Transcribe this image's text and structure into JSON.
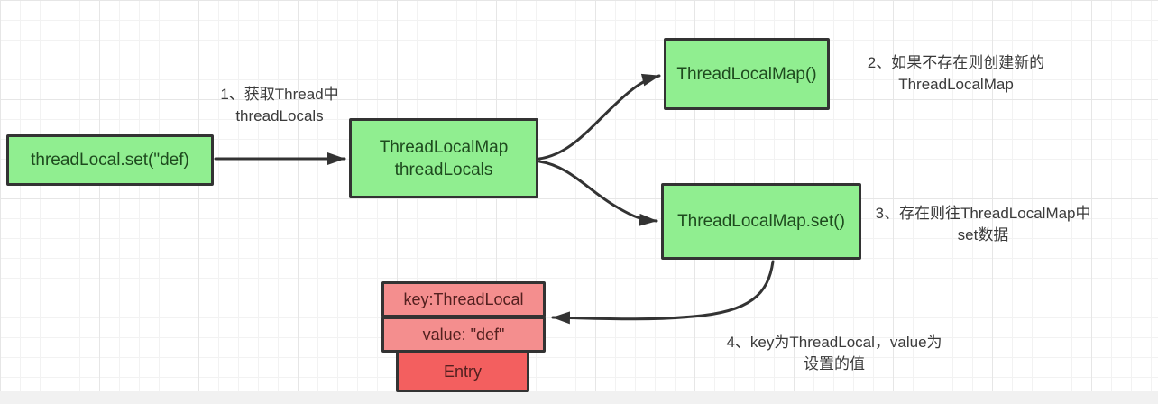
{
  "colors": {
    "bg": "#ffffff",
    "grid_minor": "#f2f2f2",
    "grid_major": "#e6e6e6",
    "footer_band": "#f1f1f1",
    "box_border": "#333333",
    "green_fill": "#90ee90",
    "green_text": "#1e4a1e",
    "pink_fill": "#f48e8e",
    "red_fill": "#f35f5f",
    "red_text": "#53201f",
    "arrow_color": "#333333",
    "annotation_color": "#3a3a3a"
  },
  "nodes": {
    "thread_local_set": {
      "label": "threadLocal.set(\"def)"
    },
    "thread_locals_map": {
      "line1": "ThreadLocalMap",
      "line2": "threadLocals"
    },
    "new_thread_local_map": {
      "label": "ThreadLocalMap()"
    },
    "thread_local_map_set": {
      "label": "ThreadLocalMap.set()"
    },
    "entry_key": {
      "label": "key:ThreadLocal"
    },
    "entry_value": {
      "label": "value: \"def\""
    },
    "entry": {
      "label": "Entry"
    }
  },
  "annotations": {
    "step1": {
      "line1": "1、获取Thread中",
      "line2": "threadLocals"
    },
    "step2": {
      "line1": "2、如果不存在则创建新的",
      "line2": "ThreadLocalMap"
    },
    "step3": {
      "line1": "3、存在则往ThreadLocalMap中",
      "line2": "set数据"
    },
    "step4": {
      "line1": "4、key为ThreadLocal，value为",
      "line2": "设置的值"
    }
  }
}
